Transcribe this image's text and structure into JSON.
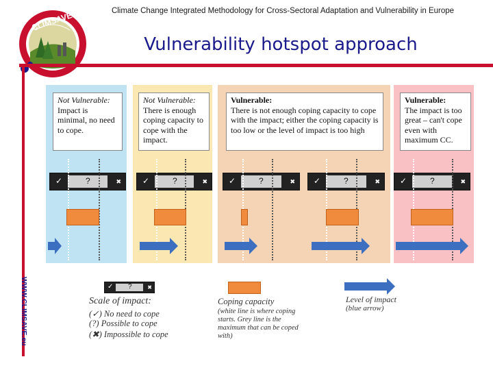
{
  "header": {
    "subtitle": "Climate Change Integrated Methodology for Cross-Sectoral Adaptation and Vulnerability in Europe",
    "title": "Vulnerability hotspot approach",
    "logo_text": "CLIMSAVE",
    "side_url": "WWW.CLIMSAVE.eu"
  },
  "columns": [
    {
      "heading": "Not Vulnerable:",
      "text": "Impact is minimal, no need to cope."
    },
    {
      "heading": "Not Vulnerable:",
      "text": "There is enough coping capacity to cope with the impact."
    },
    {
      "heading": "Vulnerable:",
      "text": "There is not enough coping capacity to cope with the impact; either the coping capacity is too low or the level of impact is too high"
    },
    {
      "heading": "Vulnerable:",
      "text": "The impact is too great – can't cope even with maximum CC."
    }
  ],
  "scale_symbols": {
    "tick": "✓",
    "question": "?",
    "cross": "✖"
  },
  "legend": {
    "scale_title": "Scale of impact:",
    "scale_items": [
      "(✓) No need to cope",
      "(?) Possible to cope",
      "(✖) Impossible to cope"
    ],
    "coping_title": "Coping capacity",
    "coping_note": "(white line is where coping starts. Grey line is the maximum that can be coped with)",
    "impact_title": "Level of impact",
    "impact_note": "(blue arrow)"
  },
  "colors": {
    "blue_panel": "#bfe3f3",
    "yellow_panel": "#fbe7b2",
    "peach_panel": "#f5d4b6",
    "pink_panel": "#f9c1c3",
    "coping_orange": "#f08a3c",
    "impact_blue": "#3d6fc0",
    "brand_red": "#c8102e",
    "brand_navy": "#1a1a8c"
  }
}
